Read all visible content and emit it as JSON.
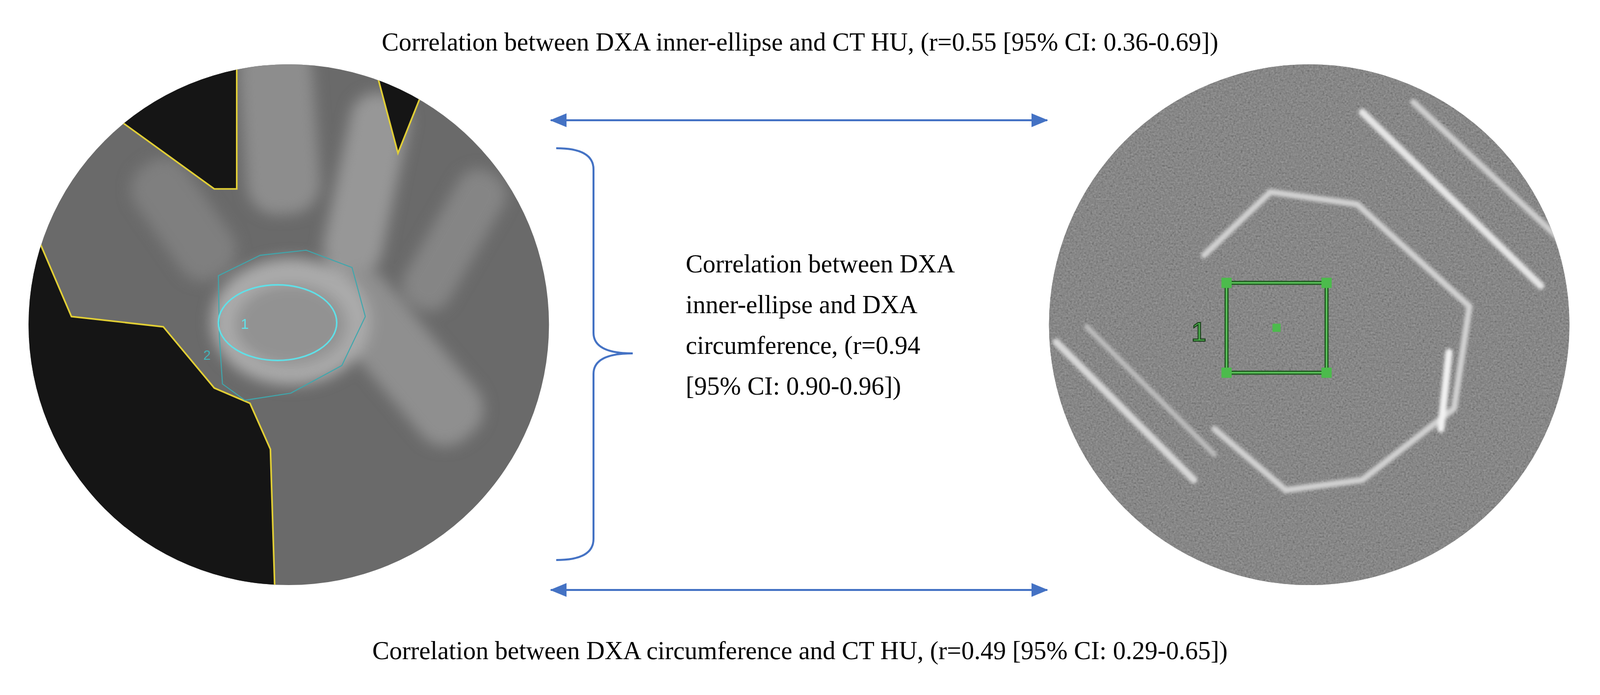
{
  "diagram": {
    "nodes": [
      {
        "text": [
          "1",
          "2"
        ]
      },
      {
        "text": [
          "1"
        ]
      }
    ],
    "edges": [
      {
        "from": 0,
        "to": 1,
        "arrow": "both",
        "label": "Correlation between DXA inner-ellipse and CT HU, (r=0.55 [95% CI: 0.36-0.69])"
      },
      {
        "from": 0,
        "to": 1,
        "arrow": "both",
        "label": "Correlation between DXA circumference and CT HU, (r=0.49 [95% CI: 0.29-0.65])"
      }
    ],
    "labels": [
      "Correlation between DXA inner-ellipse and DXA circumference, (r=0.94 [95% CI: 0.90-0.96])"
    ]
  }
}
